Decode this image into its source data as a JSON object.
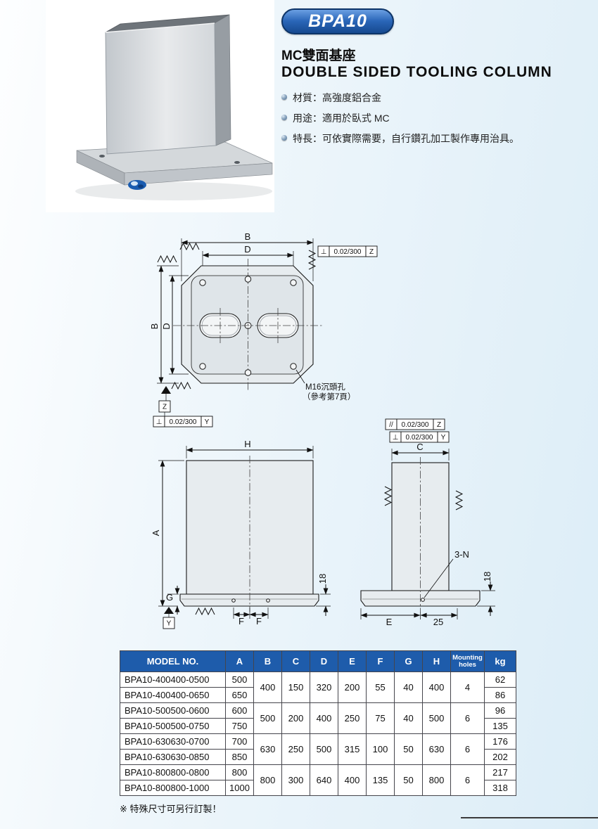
{
  "colors": {
    "badge_blue": "#2a66b8",
    "table_header_blue": "#1e5cab"
  },
  "header": {
    "badge": "BPA10",
    "title_zh": "MC雙面基座",
    "title_en": "DOUBLE SIDED TOOLING COLUMN",
    "bullets": [
      "材質：高強度鋁合金",
      "用途：適用於臥式 MC",
      "特長：可依實際需要，自行鑽孔加工製作專用治具。"
    ]
  },
  "drawings": {
    "top_view": {
      "dim_b_top": "B",
      "dim_d_top": "D",
      "dim_b_left": "B",
      "dim_d_left": "D",
      "fcf_top": {
        "symbol": "⊥",
        "value": "0.02/300",
        "datum": "Z"
      },
      "datum_z": "Z",
      "fcf_bottom": {
        "symbol": "⊥",
        "value": "0.02/300",
        "datum": "Y"
      },
      "hole_note_line1": "M16沉頭孔",
      "hole_note_line2": "（參考第7頁）"
    },
    "front_view": {
      "dim_h": "H",
      "dim_a": "A",
      "dim_g": "G",
      "dim_f_left": "F",
      "dim_f_right": "F",
      "dim_base_height": "18",
      "datum_y": "Y"
    },
    "side_view": {
      "fcf_parallel": {
        "symbol": "//",
        "value": "0.02/300",
        "datum": "Z"
      },
      "fcf_perp": {
        "symbol": "⊥",
        "value": "0.02/300",
        "datum": "Y"
      },
      "dim_c": "C",
      "dim_e": "E",
      "dim_offset": "25",
      "dim_base_height": "18",
      "holes_label": "3-N"
    }
  },
  "table": {
    "headers": [
      "MODEL NO.",
      "A",
      "B",
      "C",
      "D",
      "E",
      "F",
      "G",
      "H",
      "Mounting\nholes",
      "kg"
    ],
    "rows": [
      {
        "model": "BPA10-400400-0500",
        "a": "500",
        "kg": "62"
      },
      {
        "model": "BPA10-400400-0650",
        "a": "650",
        "kg": "86"
      },
      {
        "model": "BPA10-500500-0600",
        "a": "600",
        "kg": "96"
      },
      {
        "model": "BPA10-500500-0750",
        "a": "750",
        "kg": "135"
      },
      {
        "model": "BPA10-630630-0700",
        "a": "700",
        "kg": "176"
      },
      {
        "model": "BPA10-630630-0850",
        "a": "850",
        "kg": "202"
      },
      {
        "model": "BPA10-800800-0800",
        "a": "800",
        "kg": "217"
      },
      {
        "model": "BPA10-800800-1000",
        "a": "1000",
        "kg": "318"
      }
    ],
    "groups": [
      {
        "b": "400",
        "c": "150",
        "d": "320",
        "e": "200",
        "f": "55",
        "g": "40",
        "h": "400",
        "holes": "4"
      },
      {
        "b": "500",
        "c": "200",
        "d": "400",
        "e": "250",
        "f": "75",
        "g": "40",
        "h": "500",
        "holes": "6"
      },
      {
        "b": "630",
        "c": "250",
        "d": "500",
        "e": "315",
        "f": "100",
        "g": "50",
        "h": "630",
        "holes": "6"
      },
      {
        "b": "800",
        "c": "300",
        "d": "640",
        "e": "400",
        "f": "135",
        "g": "50",
        "h": "800",
        "holes": "6"
      }
    ],
    "note": "※ 特殊尺寸可另行訂製！"
  }
}
